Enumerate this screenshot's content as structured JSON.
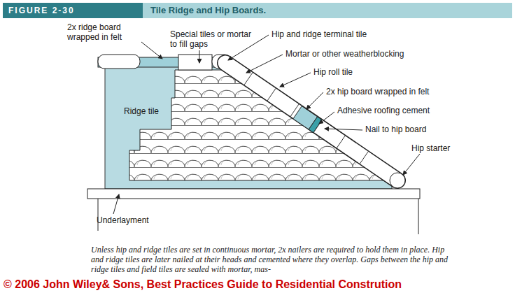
{
  "diagram": {
    "title": "Tile Ridge and Hip Boards.",
    "caption": "Unless hip and ridge tiles are set in continuous mortar, 2x nailers are required to hold them in place. Hip and ridge tiles are later nailed at their heads and cemented where they overlap. Gaps between the hip and ridge tiles and field tiles are sealed with mortar, mas-",
    "labels": [
      "FIGURE 2-30",
      "2x ridge board wrapped in felt",
      "Special tiles or mortar to fill gaps",
      "Hip and ridge terminal tile",
      "Mortar or other weatherblocking",
      "Hip roll tile",
      "2x hip board wrapped in felt",
      "Adhesive roofing cement",
      "Nail to hip board",
      "Hip starter",
      "Ridge tile",
      "Underlayment",
      "© 2006 John Wiley& Sons, Best Practices Guide to Residential Constrution"
    ]
  }
}
